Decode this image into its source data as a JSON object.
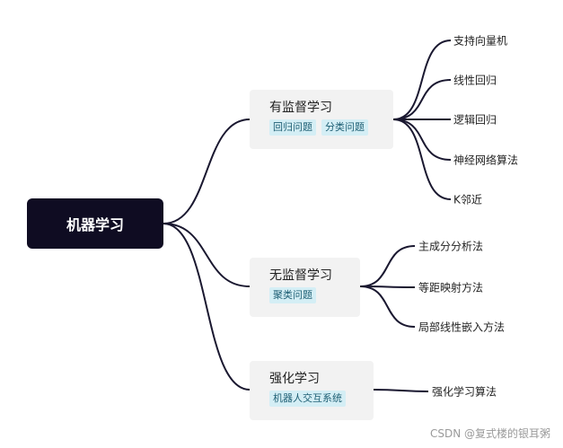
{
  "root": {
    "label": "机器学习"
  },
  "branches": [
    {
      "label": "有监督学习",
      "tags": [
        "回归问题",
        "分类问题"
      ],
      "children": [
        "支持向量机",
        "线性回归",
        "逻辑回归",
        "神经网络算法",
        "K邻近"
      ]
    },
    {
      "label": "无监督学习",
      "tags": [
        "聚类问题"
      ],
      "children": [
        "主成分分析法",
        "等距映射方法",
        "局部线性嵌入方法"
      ]
    },
    {
      "label": "强化学习",
      "tags": [
        "机器人交互系统"
      ],
      "children": [
        "强化学习算法"
      ]
    }
  ],
  "watermark": "CSDN @复式楼的银耳粥",
  "colors": {
    "root_bg": "#0f0c22",
    "branch_bg": "#f2f2f2",
    "tag_bg": "#d4eef5",
    "edge": "#1a1830"
  }
}
